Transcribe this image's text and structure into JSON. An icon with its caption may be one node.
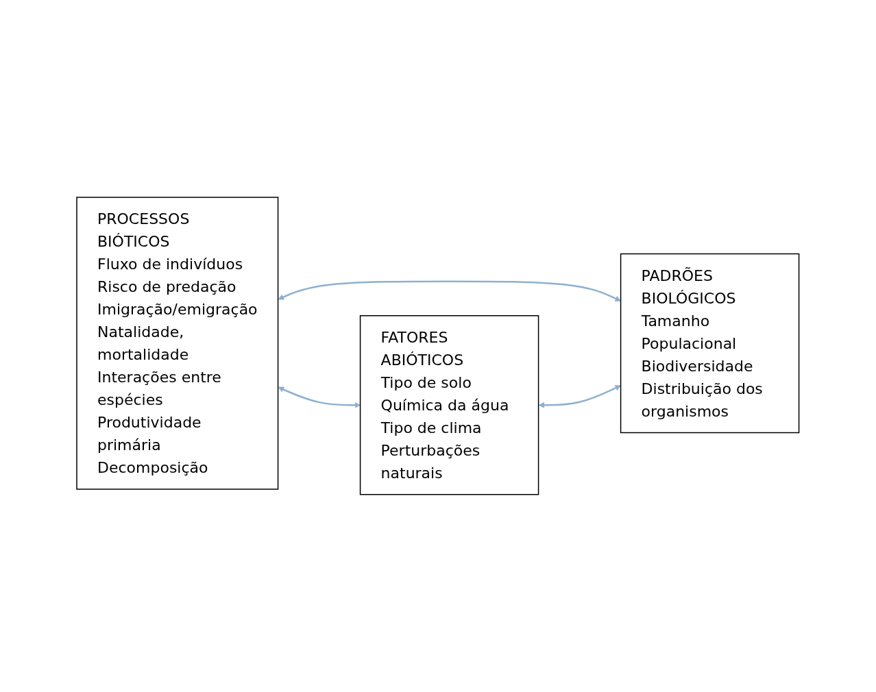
{
  "diagram": {
    "nodes": [
      {
        "text": [
          "PROCESSOS BIÓTICOS",
          "Fluxo de indivíduos",
          "Risco de predação",
          "Imigração/emigração",
          "Natalidade, mortalidade",
          "Interações entre espécies",
          "Produtividade primária",
          "Decomposição"
        ]
      },
      {
        "text": [
          "PADRÕES BIOLÓGICOS",
          "Tamanho Populacional",
          "Biodiversidade",
          "Distribuição dos organismos"
        ]
      },
      {
        "text": [
          "FATORES ABIÓTICOS",
          "Tipo de solo",
          "Química da água",
          "Tipo de clima",
          "Perturbações naturais"
        ]
      }
    ],
    "edges": [
      {
        "from": 0,
        "to": 1,
        "arrow": "both"
      },
      {
        "from": 0,
        "to": 2,
        "arrow": "both"
      },
      {
        "from": 2,
        "to": 1,
        "arrow": "both"
      }
    ]
  }
}
